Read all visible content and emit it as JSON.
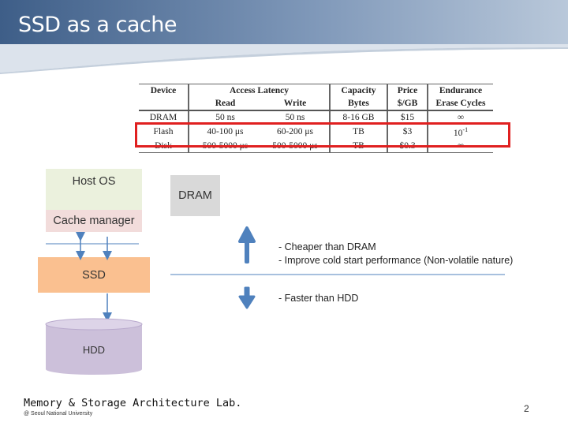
{
  "slide": {
    "title": "SSD as a cache",
    "page_number": "2"
  },
  "table": {
    "headers_top": [
      "Device",
      "Access Latency",
      "Capacity",
      "Price",
      "Endurance"
    ],
    "headers_bottom": [
      "Read",
      "Write",
      "Bytes",
      "$/GB",
      "Erase Cycles"
    ],
    "rows": [
      {
        "device": "DRAM",
        "read": "50 ns",
        "write": "50 ns",
        "capacity": "8-16 GB",
        "price": "$15",
        "endurance": "∞"
      },
      {
        "device": "Flash",
        "read": "40-100 μs",
        "write": "60-200 μs",
        "capacity": "TB",
        "price": "$3",
        "endurance": "10",
        "endurance_exp": "-1"
      },
      {
        "device": "Disk",
        "read": "500-5000 μs",
        "write": "500-5000 μs",
        "capacity": "TB",
        "price": "$0.3",
        "endurance": "∞"
      }
    ]
  },
  "diagram": {
    "host_os": "Host OS",
    "cache_manager": "Cache manager",
    "dram": "DRAM",
    "ssd": "SSD",
    "hdd": "HDD"
  },
  "bullets": {
    "up_1": "- Cheaper than DRAM",
    "up_2": "- Improve cold start performance (Non-volatile nature)",
    "down_1": "- Faster than HDD"
  },
  "footer": {
    "lab": "Memory & Storage Architecture Lab.",
    "copyright": "@ Seoul National University"
  },
  "colors": {
    "title_bar_start": "#3e5e88",
    "highlight": "#e02020",
    "host_os_fill": "#ebf1dd",
    "cache_manager_fill": "#f2dcdb",
    "dram_fill": "#d9d9d9",
    "ssd_fill": "#fac090",
    "hdd_fill": "#ccc0da",
    "arrow": "#4f81bd"
  }
}
